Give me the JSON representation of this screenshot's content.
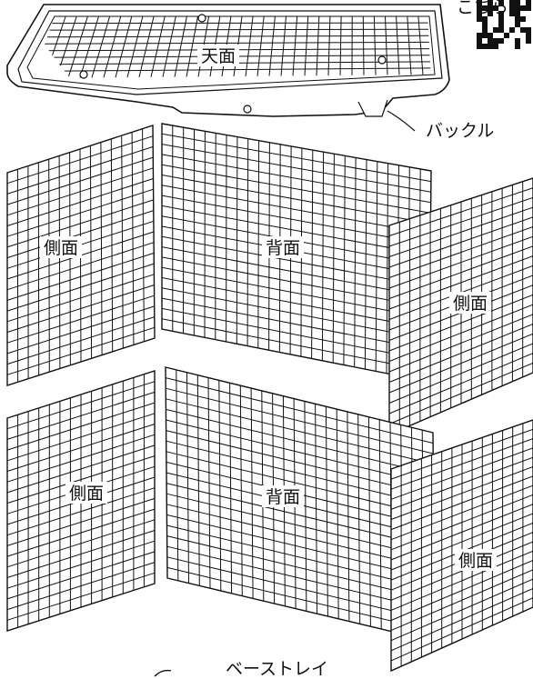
{
  "labels": {
    "top_panel": "天面",
    "buckle": "バックル",
    "upper_left_side": "側面",
    "upper_back": "背面",
    "upper_right_side": "側面",
    "lower_left_side": "側面",
    "lower_back": "背面",
    "lower_right_side": "側面",
    "base_tray": "ベーストレイ",
    "qr_caption": "こちら"
  },
  "colors": {
    "line": "#111111",
    "background": "#ffffff"
  }
}
